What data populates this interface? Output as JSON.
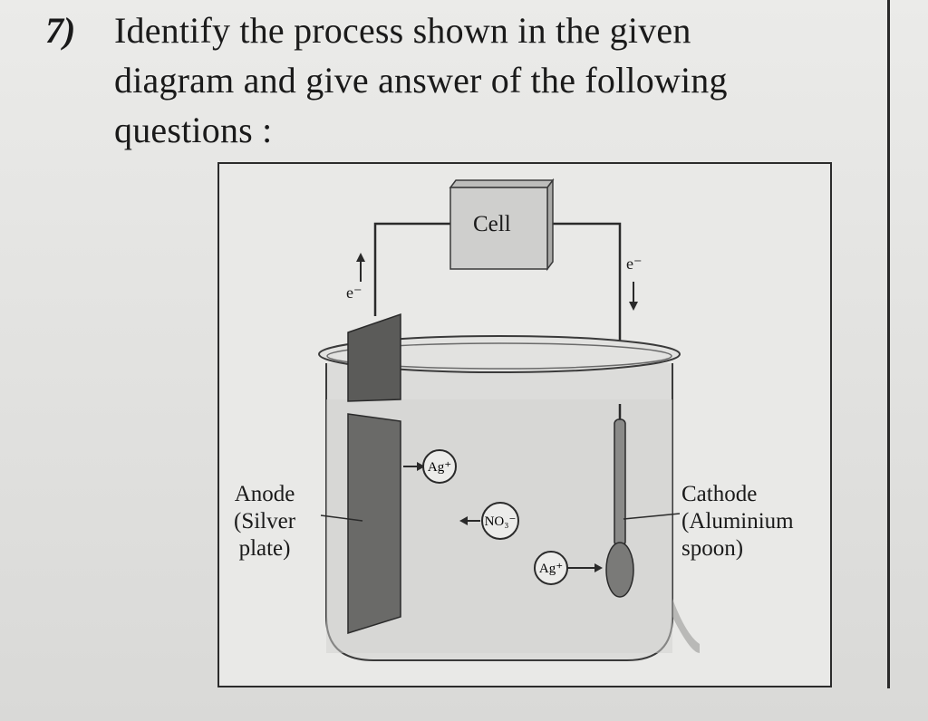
{
  "question": {
    "number": "7)",
    "lines": [
      "Identify the process shown in the given",
      "diagram and give answer of the following",
      "questions :"
    ]
  },
  "diagram": {
    "cell_label": "Cell",
    "electron_left": "e⁻",
    "electron_right": "e⁻",
    "anode_label": [
      "Anode",
      "(Silver",
      "plate)"
    ],
    "cathode_label": [
      "Cathode",
      "(Aluminium",
      "spoon)"
    ],
    "ion_ag_top": "Ag⁺",
    "ion_no3": "NO₃⁻",
    "ion_ag_bottom": "Ag⁺"
  }
}
